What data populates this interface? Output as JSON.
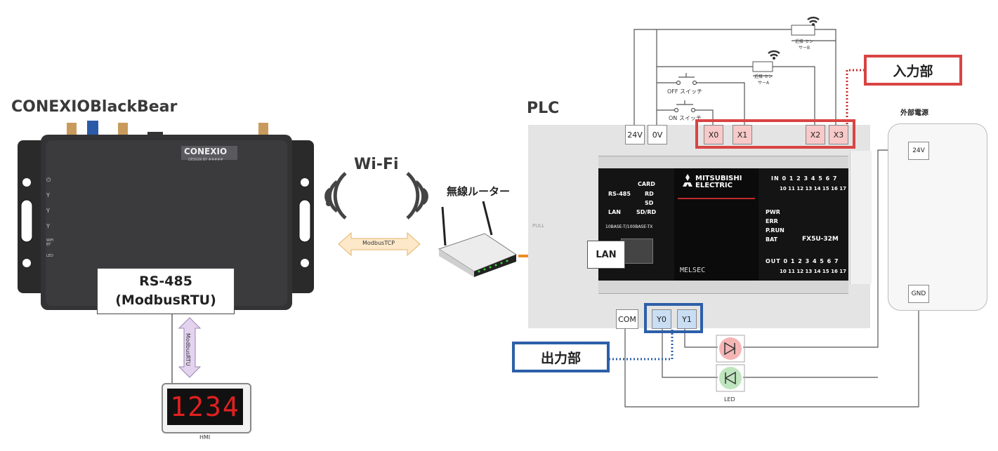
{
  "device": {
    "title": "CONEXIOBlackBear",
    "logo": "CONEXIO",
    "logo_sub": "DESIGN BY #####",
    "led_labels": [
      "",
      "",
      "",
      "",
      "WiFi BT",
      "LED"
    ],
    "rs485_line1": "RS-485",
    "rs485_line2": "(ModbusRTU)"
  },
  "wifi": {
    "label": "Wi-Fi",
    "protocol": "ModbusTCP"
  },
  "router": {
    "label": "無線ルーター"
  },
  "hmi": {
    "display": "1234",
    "label": "HMI",
    "protocol": "ModbusRTU"
  },
  "plc": {
    "title": "PLC",
    "lan_label": "LAN",
    "brand_line1": "MITSUBISHI",
    "brand_line2": "ELECTRIC",
    "model": "FX5U-32M",
    "series": "MELSEC",
    "pull": "PULL",
    "port_labels": [
      "CARD",
      "RS-485",
      "RD",
      "SD",
      "LAN",
      "SD/RD",
      "10BASE-T/100BASE-TX"
    ],
    "status_labels": [
      "PWR",
      "ERR",
      "P.RUN",
      "BAT"
    ],
    "in_row1": "IN 0 1 2 3 4 5 6 7",
    "in_row2": "10 11 12 13 14 15 16 17",
    "out_row1": "OUT 0 1 2 3 4 5 6 7",
    "out_row2": "10 11 12 13 14 15 16 17"
  },
  "terminals": {
    "v24": "24V",
    "v0": "0V",
    "x0": "X0",
    "x1": "X1",
    "x2": "X2",
    "x3": "X3",
    "com": "COM",
    "y0": "Y0",
    "y1": "Y1"
  },
  "wiring": {
    "sensor_b": "近接 センサーB",
    "sensor_a": "近接 センサーA",
    "off_switch": "OFF スイッチ",
    "on_switch": "ON スイッチ",
    "led_label": "LED"
  },
  "input_section": {
    "label": "入力部",
    "color": "#d94444"
  },
  "output_section": {
    "label": "出力部",
    "color": "#2d5fa8"
  },
  "power": {
    "title": "外部電源",
    "v24": "24V",
    "gnd": "GND"
  },
  "colors": {
    "lan_cable": "#f08a24",
    "arrow_fill": "#fde9c9",
    "hmi_arrow": "#e3d3ef",
    "led_red": "#f5b5b5",
    "led_green": "#bfe5bf"
  }
}
